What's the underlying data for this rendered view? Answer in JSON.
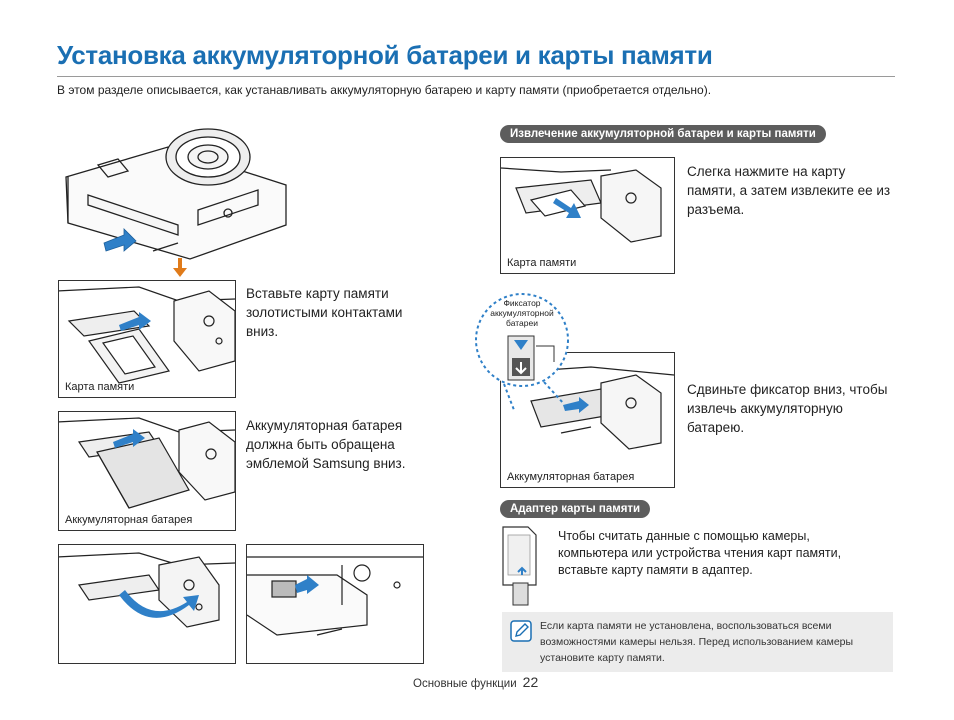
{
  "title": "Установка аккумуляторной батареи и карты памяти",
  "intro": "В этом разделе описывается, как устанавливать аккумуляторную батарею и карту памяти (приобретается отдельно).",
  "left": {
    "step1_caption": "Карта памяти",
    "step1_text": "Вставьте карту памяти золотистыми контактами вниз.",
    "step2_caption": "Аккумуляторная батарея",
    "step2_text": "Аккумуляторная батарея должна быть обращена эмблемой Samsung вниз."
  },
  "right": {
    "removal_header": "Извлечение аккумуляторной батареи и карты памяти",
    "card_caption": "Карта памяти",
    "card_text": "Слегка нажмите на карту памяти, а затем извлеките ее из разъема.",
    "lock_label_1": "Фиксатор",
    "lock_label_2": "аккумуляторной",
    "lock_label_3": "батареи",
    "battery_caption": "Аккумуляторная батарея",
    "battery_text": "Сдвиньте фиксатор вниз, чтобы извлечь аккумуляторную батарею.",
    "adapter_header": "Адаптер карты памяти",
    "adapter_text": "Чтобы считать данные с помощью камеры, компьютера или устройства чтения карт памяти, вставьте карту памяти в адаптер.",
    "note_icon": "pencil-note-icon",
    "note_text": "Если карта памяти не установлена, воспользоваться всеми возможностями камеры нельзя. Перед использованием камеры установите карту памяти."
  },
  "footer": {
    "section": "Основные функции",
    "page": "22"
  },
  "colors": {
    "title": "#1a6fb3",
    "arrow_blue": "#2f80c8",
    "arrow_orange": "#e07b1a",
    "pill": "#5d5d5d",
    "note_bg": "#ececec"
  }
}
